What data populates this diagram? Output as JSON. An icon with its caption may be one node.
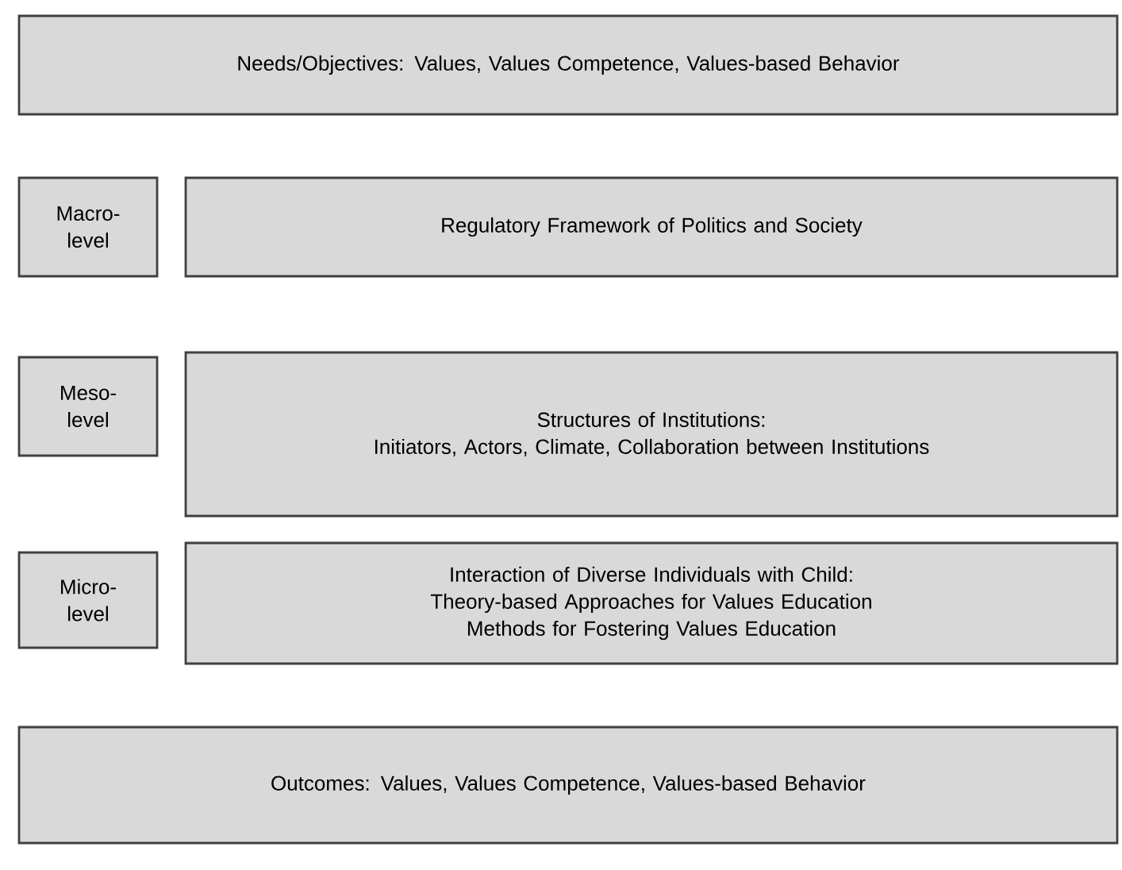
{
  "diagram": {
    "nodes": [
      {
        "text": [
          "Needs/Objectives: Values, Values Competence, Values-based Behavior"
        ]
      },
      {
        "text": [
          "Macro-level"
        ]
      },
      {
        "text": [
          "Regulatory Framework of Politics and Society"
        ]
      },
      {
        "text": [
          "Meso-level"
        ]
      },
      {
        "text": [
          "Structures of Institutions:",
          "Initiators, Actors, Climate, Collaboration between Institutions"
        ]
      },
      {
        "text": [
          "Micro-level"
        ]
      },
      {
        "text": [
          "Interaction of Diverse Individuals with Child:",
          "Theory-based Approaches for Values Education",
          "Methods for Fostering Values Education"
        ]
      },
      {
        "text": [
          "Outcomes: Values, Values Competence, Values-based Behavior"
        ]
      }
    ]
  }
}
